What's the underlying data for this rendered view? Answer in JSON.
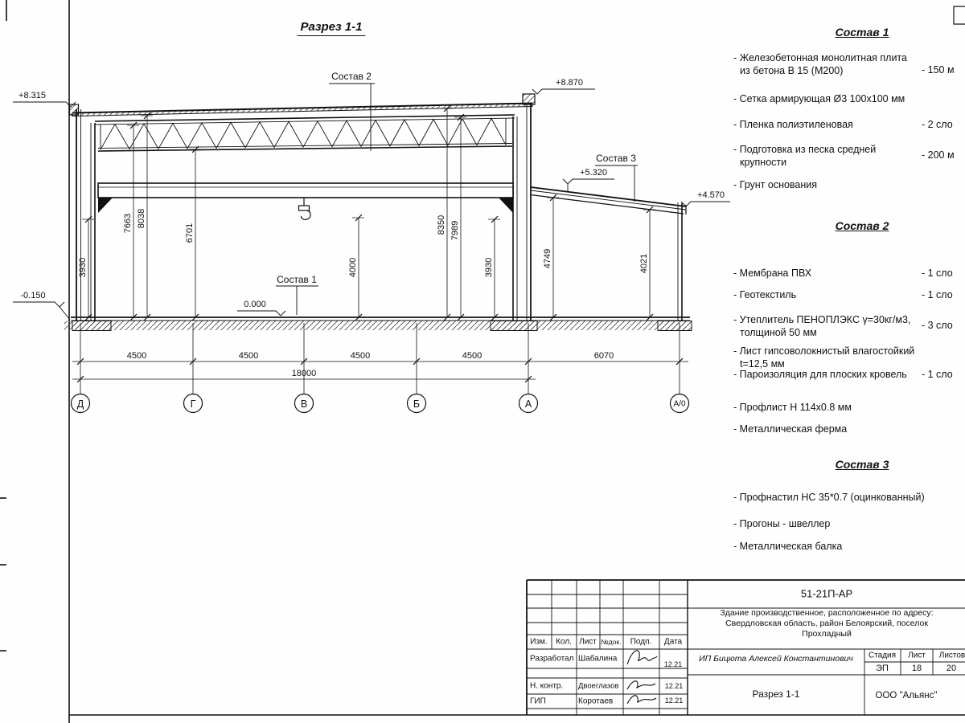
{
  "drawing": {
    "title": "Разрез 1-1",
    "callouts": {
      "sostav1": "Состав 1",
      "sostav2": "Состав 2",
      "sostav3": "Состав 3"
    },
    "elevations": {
      "main_left": "+8.315",
      "main_right": "+8.870",
      "annex_left": "+5.320",
      "annex_right": "+4.570",
      "floor": "0.000",
      "ground": "-0.150"
    },
    "vdims": [
      "3930",
      "7663",
      "8038",
      "6701",
      "4000",
      "8350",
      "7989",
      "3930",
      "4749",
      "4021"
    ],
    "hdims": [
      "4500",
      "4500",
      "4500",
      "4500",
      "6070"
    ],
    "total_dim": "18000",
    "axes": [
      "Д",
      "Г",
      "В",
      "Б",
      "А",
      "А/0"
    ]
  },
  "lists": {
    "sostav1": {
      "title": "Состав 1",
      "items": [
        {
          "text": "- Железобетонная  монолитная плита\nиз бетона В 15 (М200)",
          "value": "- 150 м"
        },
        {
          "text": "- Сетка армирующая Ø3 100х100 мм"
        },
        {
          "text": "- Пленка полиэтиленовая",
          "value": "- 2 сло"
        },
        {
          "text": "- Подготовка из песка средней\nкрупности",
          "value": "- 200 м"
        },
        {
          "text": "- Грунт основания"
        }
      ]
    },
    "sostav2": {
      "title": "Состав 2",
      "items": [
        {
          "text": "- Мембрана ПВХ",
          "value": "- 1 сло"
        },
        {
          "text": "- Геотекстиль",
          "value": "- 1 сло"
        },
        {
          "text": "- Утеплитель ПЕНОПЛЭКС γ=30кг/м3,\nтолщиной 50 мм",
          "value": "- 3 сло"
        },
        {
          "text": "- Лист гипсоволокнистый влагостойкий\nt=12,5 мм"
        },
        {
          "text": "- Пароизоляция для плоских кровель",
          "value": "- 1 сло"
        },
        {
          "text": "- Профлист Н 114х0.8 мм"
        },
        {
          "text": "- Металлическая ферма"
        }
      ]
    },
    "sostav3": {
      "title": "Состав 3",
      "items": [
        {
          "text": "- Профнастил НС 35*0.7 (оцинкованный)"
        },
        {
          "text": "- Прогоны - швеллер"
        },
        {
          "text": "- Металлическая балка"
        }
      ]
    }
  },
  "titleblock": {
    "doc_number": "51-21П-АР",
    "project_line1": "Здание производственное, расположенное по адресу:",
    "project_line2": "Свердловская область, район Белоярский, поселок",
    "project_line3": "Прохладный",
    "cols": {
      "izm": "Изм.",
      "kol": "Кол.",
      "list": "Лист",
      "ndok": "№док.",
      "podp": "Подп.",
      "data": "Дата"
    },
    "rows": [
      {
        "role": "Разработал",
        "name": "Шабалина",
        "date": "12.21"
      },
      {
        "role": "Н. контр.",
        "name": "Двоеглазов",
        "date": "12.21"
      },
      {
        "role": "ГИП",
        "name": "Коротаев",
        "date": "12.21"
      }
    ],
    "designer": "ИП Бицюта Алексей Константинович",
    "stage_label": "Стадия",
    "sheet_label": "Лист",
    "sheets_label": "Листов",
    "stage": "ЭП",
    "sheet": "18",
    "sheets": "20",
    "sheet_title": "Разрез 1-1",
    "org": "ООО \"Альянс\""
  }
}
